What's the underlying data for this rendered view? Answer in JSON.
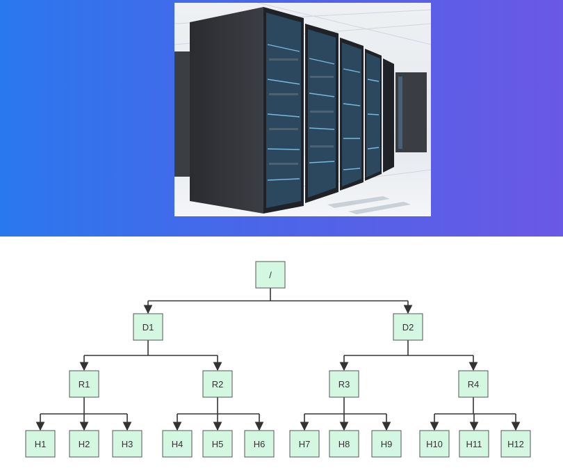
{
  "photo": {
    "subject": "server racks in a data center"
  },
  "colors": {
    "node_fill": "#d4f7e2",
    "node_stroke": "#555555",
    "edge": "#333333",
    "banner_left": "#2a78ee",
    "banner_right": "#6a58e6"
  },
  "tree": {
    "root": "/",
    "level1": [
      "D1",
      "D2"
    ],
    "level2": [
      "R1",
      "R2",
      "R3",
      "R4"
    ],
    "leaves": [
      "H1",
      "H2",
      "H3",
      "H4",
      "H5",
      "H6",
      "H7",
      "H8",
      "H9",
      "H10",
      "H11",
      "H12"
    ]
  }
}
